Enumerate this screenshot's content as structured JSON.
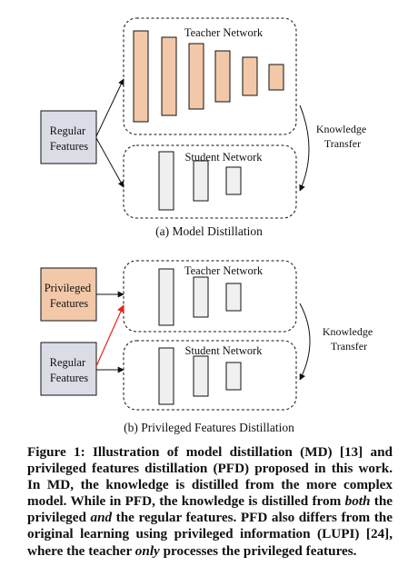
{
  "diagram_a": {
    "input_label": [
      "Regular",
      "Features"
    ],
    "teacher_label": "Teacher Network",
    "student_label": "Student Network",
    "transfer_label": [
      "Knowledge",
      "Transfer"
    ],
    "subcaption": "(a) Model Distillation"
  },
  "diagram_b": {
    "privileged_label": [
      "Privileged",
      "Features"
    ],
    "regular_label": [
      "Regular",
      "Features"
    ],
    "teacher_label": "Teacher Network",
    "student_label": "Student Network",
    "transfer_label": [
      "Knowledge",
      "Transfer"
    ],
    "subcaption": "(b) Privileged Features Distillation"
  },
  "caption": {
    "t1": "Figure 1: Illustration of model distillation (MD) [13] and privileged features distillation (PFD) proposed in this work. In MD, the knowledge is distilled from the more complex model. While in PFD, the knowledge is distilled from ",
    "em1": "both",
    "t2": " the privileged ",
    "em2": "and",
    "t3": " the regular features. PFD also differs from the original learning using privileged information (LUPI) [24], where the teacher ",
    "em3": "only",
    "t4": " processes the privileged features."
  },
  "colors": {
    "regular_fill": "#dadde6",
    "privileged_fill": "#f2c8a8",
    "teacher_layer_fill": "#f2c8a8",
    "light_layer_fill": "#f0f0f0",
    "arrow_red": "#e8231e"
  }
}
